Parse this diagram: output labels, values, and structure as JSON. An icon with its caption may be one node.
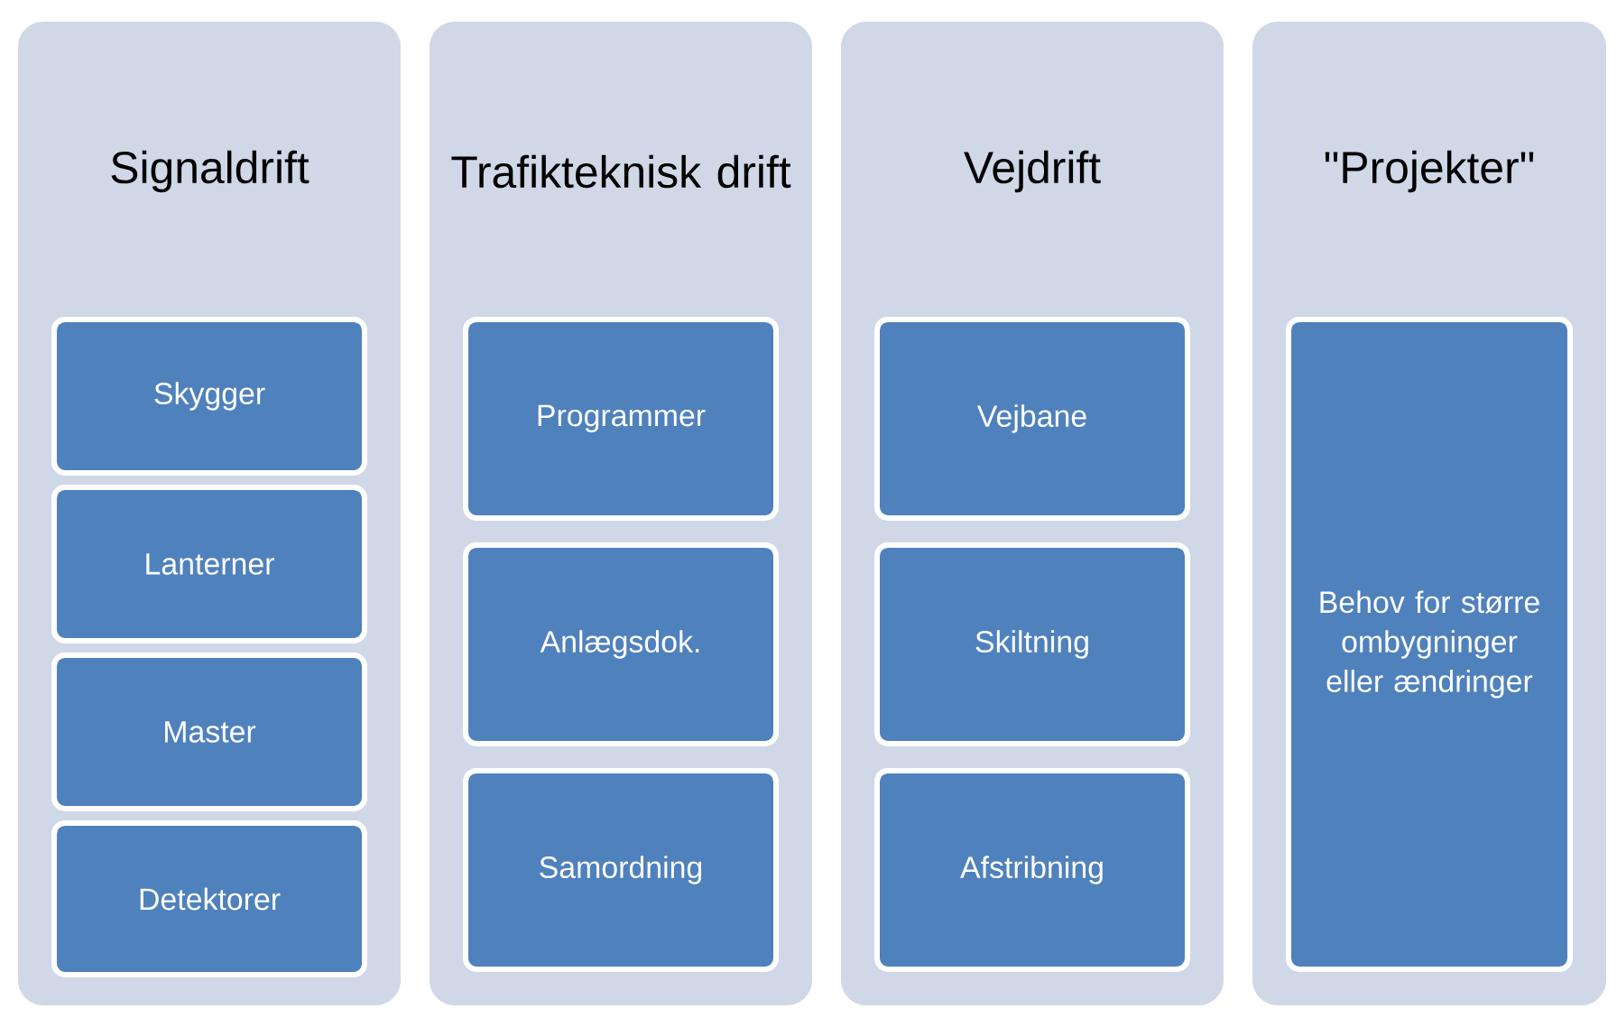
{
  "diagram": {
    "nodes": [
      {
        "text": [
          "Signaldrift"
        ]
      },
      {
        "text": [
          "Skygger"
        ],
        "in": 0
      },
      {
        "text": [
          "Lanterner"
        ],
        "in": 0
      },
      {
        "text": [
          "Master"
        ],
        "in": 0
      },
      {
        "text": [
          "Detektorer"
        ],
        "in": 0
      },
      {
        "text": [
          "Trafikteknisk drift"
        ]
      },
      {
        "text": [
          "Programmer"
        ],
        "in": 5
      },
      {
        "text": [
          "Anlægsdok."
        ],
        "in": 5
      },
      {
        "text": [
          "Samordning"
        ],
        "in": 5
      },
      {
        "text": [
          "Vejdrift"
        ]
      },
      {
        "text": [
          "Vejbane"
        ],
        "in": 9
      },
      {
        "text": [
          "Skiltning"
        ],
        "in": 9
      },
      {
        "text": [
          "Afstribning"
        ],
        "in": 9
      },
      {
        "text": [
          "\"Projekter\""
        ]
      },
      {
        "text": [
          "Behov for større ombygninger eller ændringer"
        ],
        "in": 13
      }
    ]
  }
}
